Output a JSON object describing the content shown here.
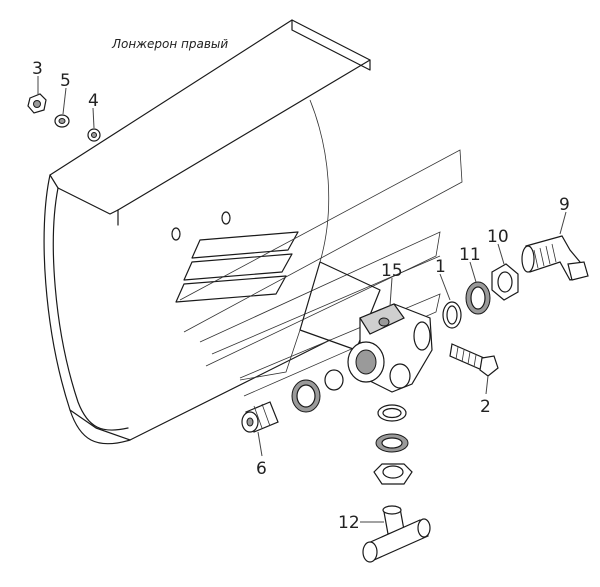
{
  "caption": "Лонжерон правый",
  "callouts": {
    "c1": "1",
    "c2": "2",
    "c3": "3",
    "c4": "4",
    "c5": "5",
    "c6": "6",
    "c9": "9",
    "c10": "10",
    "c11": "11",
    "c12": "12",
    "c15": "15"
  }
}
